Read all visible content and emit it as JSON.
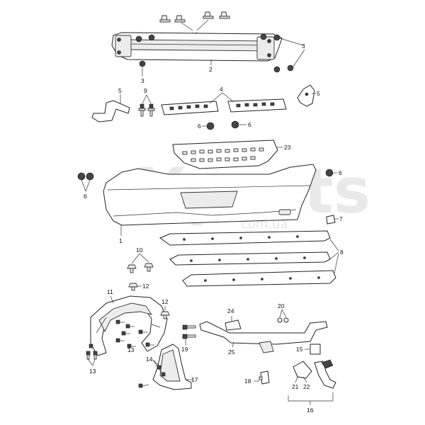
{
  "diagram": {
    "watermark": "Xparts",
    "watermark_sub": "com.ua"
  },
  "callouts": [
    {
      "id": "c12a",
      "text": "12"
    },
    {
      "id": "c3a",
      "text": "3"
    },
    {
      "id": "c3b",
      "text": "3"
    },
    {
      "id": "c2",
      "text": "2"
    },
    {
      "id": "c5a",
      "text": "5"
    },
    {
      "id": "c9",
      "text": "9"
    },
    {
      "id": "c4",
      "text": "4"
    },
    {
      "id": "c5b",
      "text": "5"
    },
    {
      "id": "c6a",
      "text": "6"
    },
    {
      "id": "c6b",
      "text": "6"
    },
    {
      "id": "c23",
      "text": "23"
    },
    {
      "id": "c6c",
      "text": "6"
    },
    {
      "id": "c6d",
      "text": "6"
    },
    {
      "id": "c7",
      "text": "7"
    },
    {
      "id": "c1",
      "text": "1"
    },
    {
      "id": "c8",
      "text": "8"
    },
    {
      "id": "c10",
      "text": "10"
    },
    {
      "id": "c11",
      "text": "11"
    },
    {
      "id": "c12b",
      "text": "12"
    },
    {
      "id": "c12c",
      "text": "12"
    },
    {
      "id": "c24",
      "text": "24"
    },
    {
      "id": "c20",
      "text": "20"
    },
    {
      "id": "c13a",
      "text": "13"
    },
    {
      "id": "c19",
      "text": "19"
    },
    {
      "id": "c15",
      "text": "15"
    },
    {
      "id": "c18",
      "text": "18"
    },
    {
      "id": "c25",
      "text": "25"
    },
    {
      "id": "c13b",
      "text": "13"
    },
    {
      "id": "c14",
      "text": "14"
    },
    {
      "id": "c17",
      "text": "17"
    },
    {
      "id": "c21",
      "text": "21"
    },
    {
      "id": "c22",
      "text": "22"
    },
    {
      "id": "c16",
      "text": "16"
    }
  ]
}
